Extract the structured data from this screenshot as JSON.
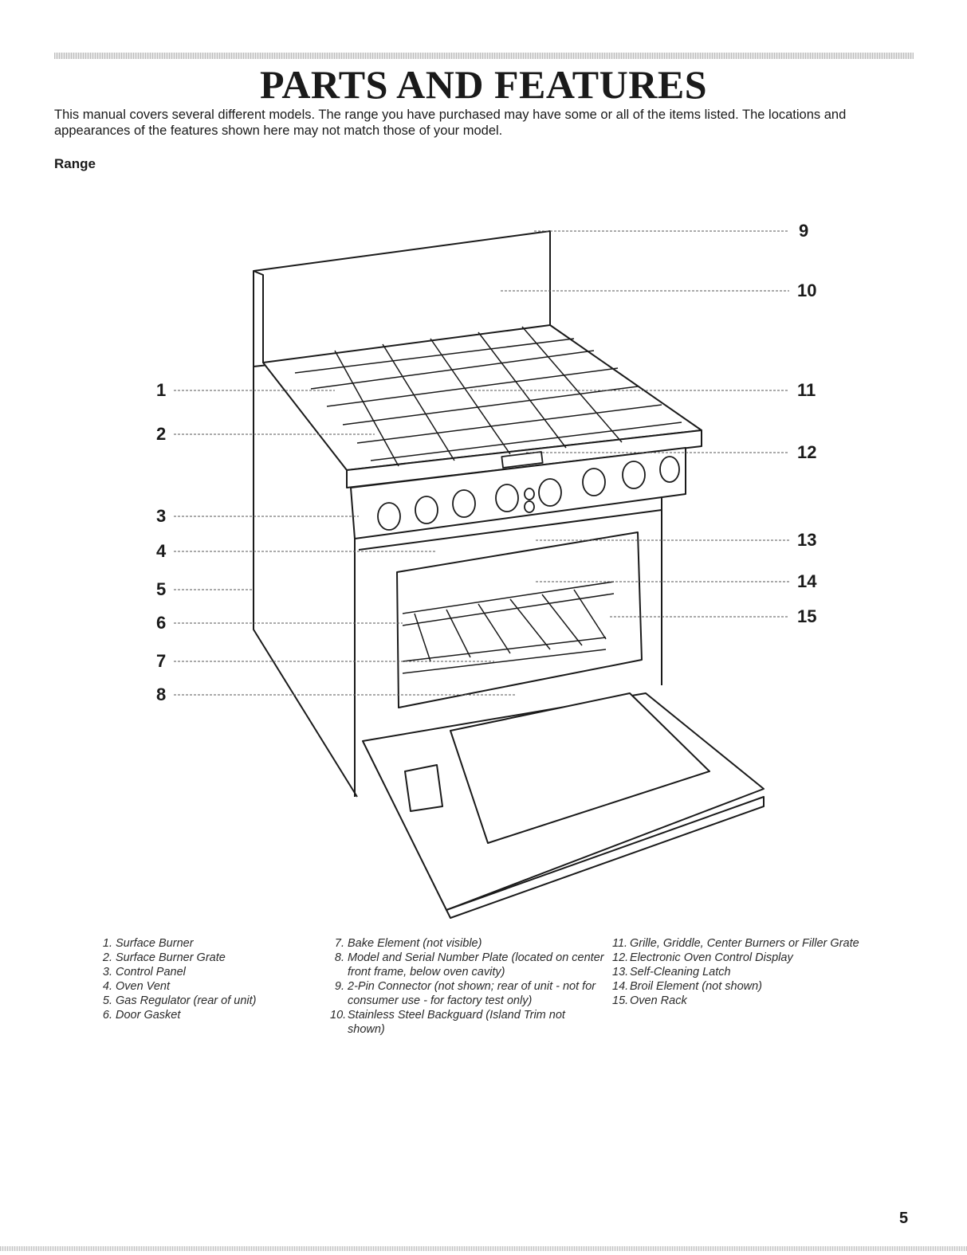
{
  "page": {
    "title": "PARTS AND FEATURES",
    "intro": "This manual covers several different models. The range you have purchased may have some or all of the items listed. The locations and appearances of the features shown here may not match those of your model.",
    "section_heading": "Range",
    "page_number": "5"
  },
  "callouts": [
    "1",
    "2",
    "3",
    "4",
    "5",
    "6",
    "7",
    "8",
    "9",
    "10",
    "11",
    "12",
    "13",
    "14",
    "15"
  ],
  "legend": {
    "col1": [
      {
        "num": "1.",
        "text": "Surface Burner"
      },
      {
        "num": "2.",
        "text": "Surface Burner Grate"
      },
      {
        "num": "3.",
        "text": "Control Panel"
      },
      {
        "num": "4.",
        "text": "Oven Vent"
      },
      {
        "num": "5.",
        "text": "Gas Regulator (rear of unit)"
      },
      {
        "num": "6.",
        "text": "Door Gasket"
      }
    ],
    "col2": [
      {
        "num": "7.",
        "text": "Bake Element (not visible)"
      },
      {
        "num": "8.",
        "text": "Model and Serial Number Plate (located on center front frame, below oven cavity)"
      },
      {
        "num": "9.",
        "text": "2-Pin Connector (not shown; rear of unit - not for consumer use - for factory test only)"
      },
      {
        "num": "10.",
        "text": "Stainless Steel Backguard (Island Trim not shown)"
      }
    ],
    "col3": [
      {
        "num": "11.",
        "text": "Grille, Griddle, Center Burners or Filler Grate"
      },
      {
        "num": "12.",
        "text": "Electronic Oven Control Display"
      },
      {
        "num": "13.",
        "text": "Self-Cleaning Latch"
      },
      {
        "num": "14.",
        "text": "Broil Element (not shown)"
      },
      {
        "num": "15.",
        "text": "Oven Rack"
      }
    ]
  },
  "colors": {
    "ink": "#1a1a1a",
    "leader": "#555555"
  }
}
